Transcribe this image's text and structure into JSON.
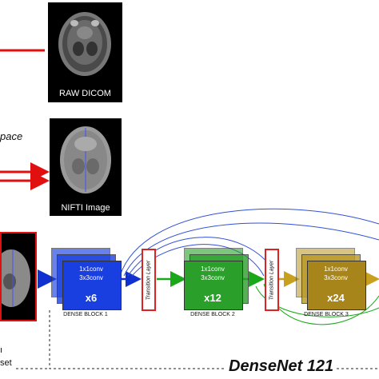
{
  "images": {
    "raw_caption": "RAW DICOM",
    "nifti_caption": "NIFTI  Image"
  },
  "left_text": {
    "space_fragment": "pace",
    "set_fragment": "set"
  },
  "dense_blocks": [
    {
      "conv1": "1x1conv",
      "conv2": "3x3conv",
      "multiplier": "x6",
      "name": "DENSE BLOCK 1",
      "color": "#1a3fe0"
    },
    {
      "conv1": "1x1conv",
      "conv2": "3x3conv",
      "multiplier": "x12",
      "name": "DENSE BLOCK 2",
      "color": "#2aa02a"
    },
    {
      "conv1": "1x1conv",
      "conv2": "3x3conv",
      "multiplier": "x24",
      "name": "DENSE BLOCK 3",
      "color": "#b8951f"
    }
  ],
  "transition_labels": [
    "Transition Layer",
    "Transition Layer"
  ],
  "network_title": "DenseNet 121",
  "colors": {
    "arrow_red": "#e01010",
    "arrow_blue": "#1030d0",
    "arrow_green": "#1aa81a",
    "arrow_gold": "#c8a020",
    "transition_border": "#d22222"
  }
}
